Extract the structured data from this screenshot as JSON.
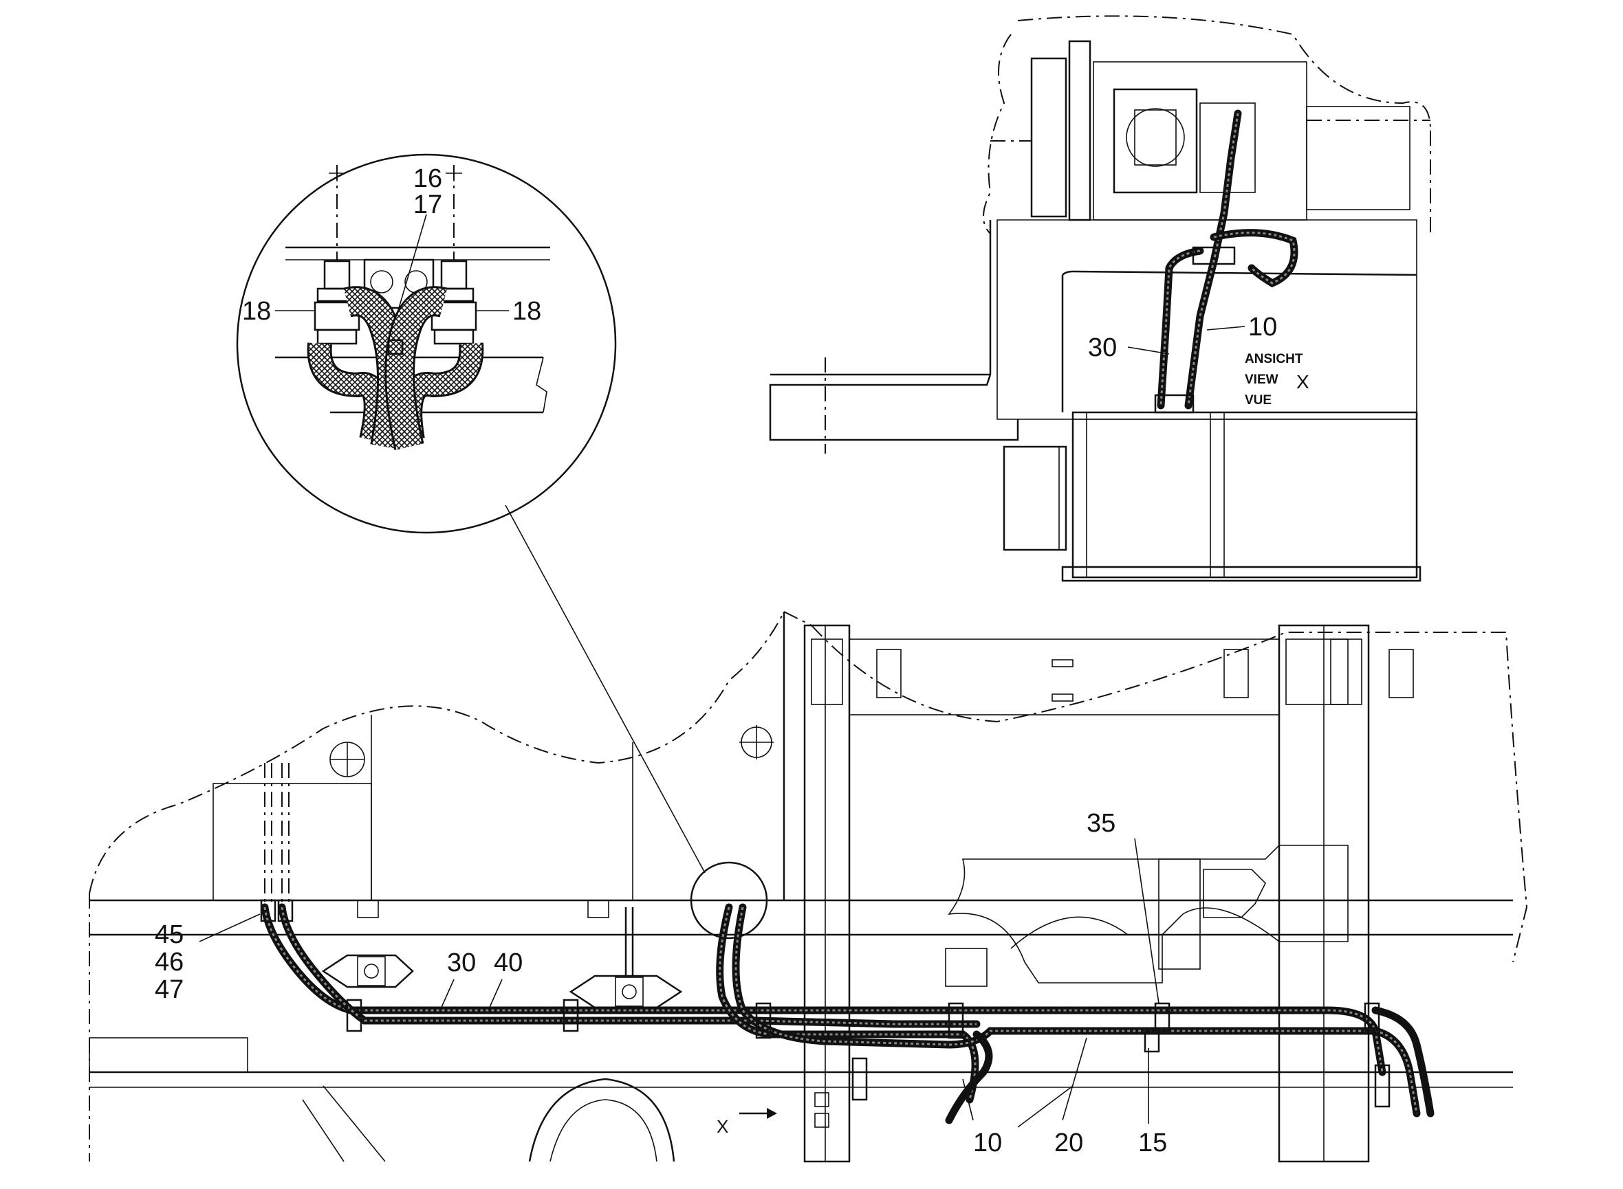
{
  "detail": {
    "labels": [
      {
        "text": "16"
      },
      {
        "text": "17"
      },
      {
        "text": "18"
      },
      {
        "text": "18"
      }
    ]
  },
  "view_x": {
    "labels": [
      {
        "text": "10"
      },
      {
        "text": "30"
      }
    ],
    "caption": {
      "line1": "ANSICHT",
      "line2": "VIEW",
      "line3": "VUE",
      "letter": "X"
    }
  },
  "main": {
    "labels": [
      {
        "text": "45"
      },
      {
        "text": "46"
      },
      {
        "text": "47"
      },
      {
        "text": "30"
      },
      {
        "text": "40"
      },
      {
        "text": "35"
      },
      {
        "text": "10"
      },
      {
        "text": "20"
      },
      {
        "text": "15"
      }
    ],
    "view_marker": "X"
  }
}
